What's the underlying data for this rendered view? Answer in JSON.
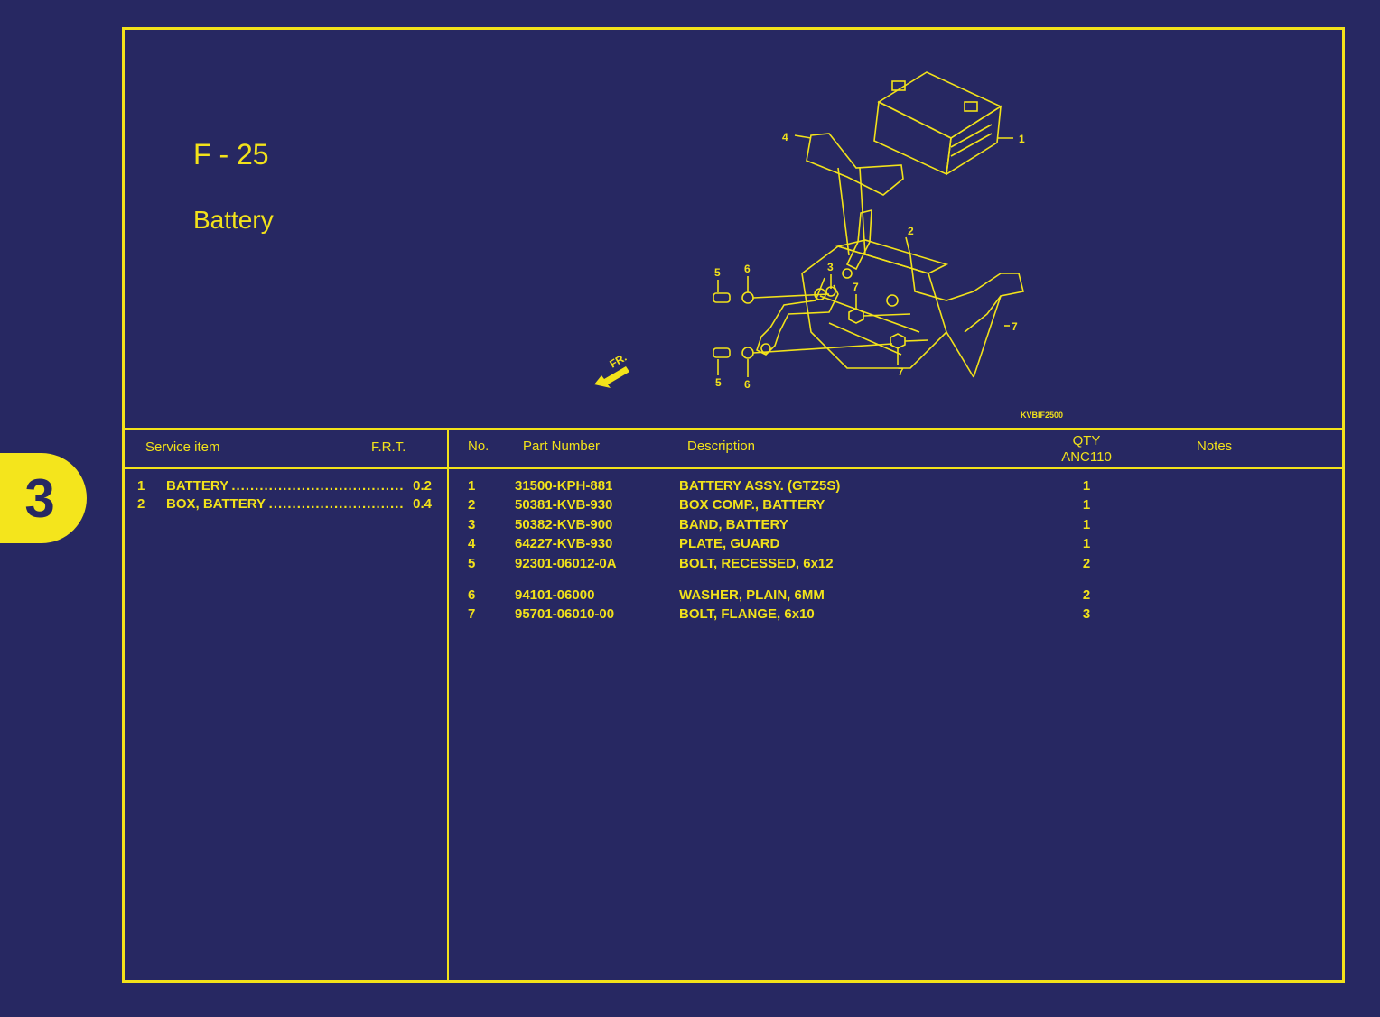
{
  "section_tab": "3",
  "figure": {
    "code": "F - 25",
    "name": "Battery",
    "drawing_id": "KVBIF2500",
    "arrow_label": "FR.",
    "callouts": [
      "1",
      "2",
      "3",
      "4",
      "5",
      "6",
      "7",
      "5",
      "6",
      "7",
      "7"
    ]
  },
  "service": {
    "header_item": "Service item",
    "header_frt": "F.R.T.",
    "rows": [
      {
        "no": "1",
        "name": "BATTERY",
        "frt": "0.2"
      },
      {
        "no": "2",
        "name": "BOX, BATTERY",
        "frt": "0.4"
      }
    ]
  },
  "parts": {
    "headers": {
      "no": "No.",
      "part_number": "Part Number",
      "description": "Description",
      "qty_line1": "QTY",
      "qty_line2": "ANC110",
      "notes": "Notes"
    },
    "rows": [
      {
        "no": "1",
        "part_number": "31500-KPH-881",
        "description": "BATTERY ASSY. (GTZ5S)",
        "qty": "1"
      },
      {
        "no": "2",
        "part_number": "50381-KVB-930",
        "description": "BOX COMP., BATTERY",
        "qty": "1"
      },
      {
        "no": "3",
        "part_number": "50382-KVB-900",
        "description": "BAND, BATTERY",
        "qty": "1"
      },
      {
        "no": "4",
        "part_number": "64227-KVB-930",
        "description": "PLATE, GUARD",
        "qty": "1"
      },
      {
        "no": "5",
        "part_number": "92301-06012-0A",
        "description": "BOLT, RECESSED, 6x12",
        "qty": "2"
      },
      {
        "no": "6",
        "part_number": "94101-06000",
        "description": "WASHER, PLAIN, 6MM",
        "qty": "2"
      },
      {
        "no": "7",
        "part_number": "95701-06010-00",
        "description": "BOLT, FLANGE, 6x10",
        "qty": "3"
      }
    ]
  },
  "colors": {
    "background": "#272862",
    "accent": "#f2e21a"
  }
}
